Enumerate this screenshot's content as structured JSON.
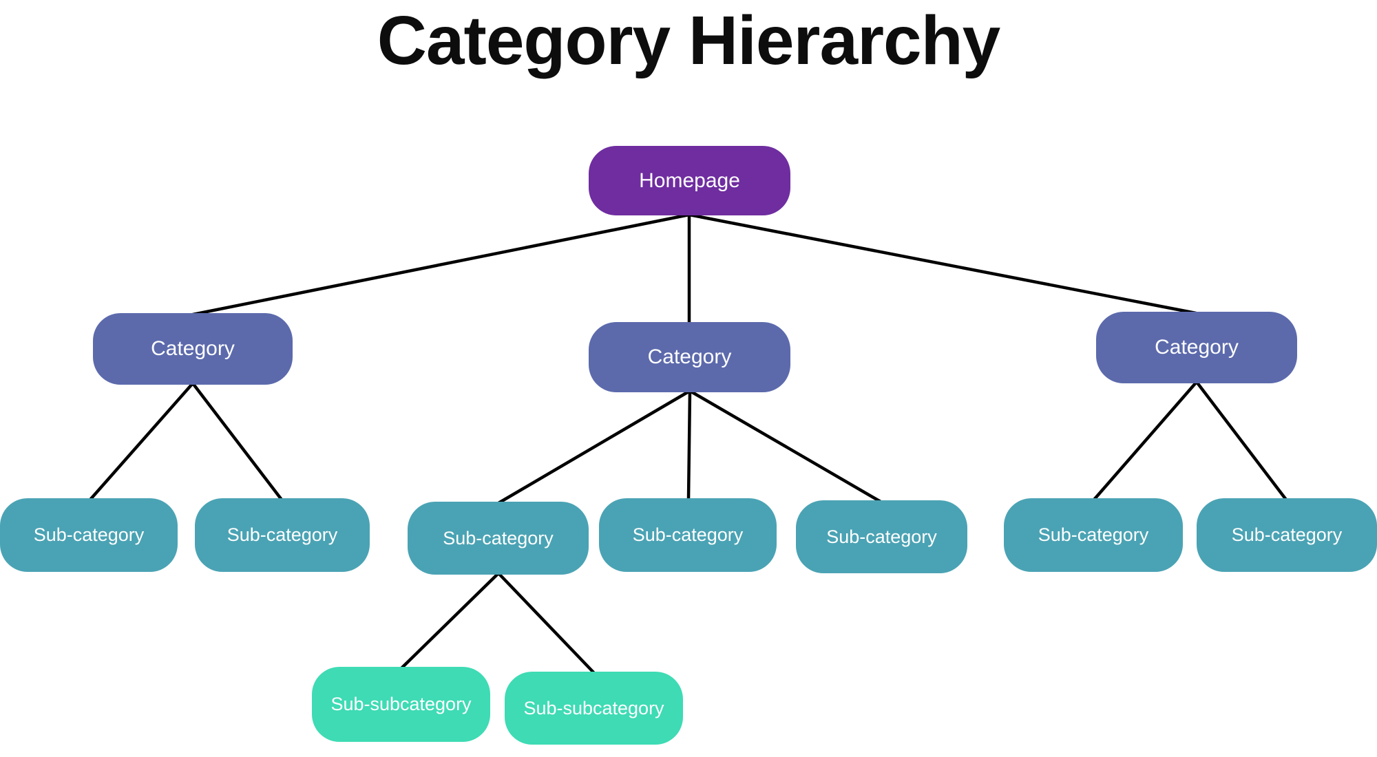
{
  "title": "Category Hierarchy",
  "colors": {
    "background": "#FFFFFF",
    "title-text": "#0D0D0D",
    "node-text": "#FFFFFF",
    "line": "#000000",
    "homepage-fill": "#6F2DA0",
    "category-fill": "#5C6AAC",
    "subcategory-fill": "#4AA3B4",
    "subsubcategory-fill": "#3EDBB4"
  },
  "nodes": {
    "homepage": {
      "label": "Homepage"
    },
    "categories": [
      {
        "label": "Category"
      },
      {
        "label": "Category"
      },
      {
        "label": "Category"
      }
    ],
    "subcategories": [
      {
        "label": "Sub-category"
      },
      {
        "label": "Sub-category"
      },
      {
        "label": "Sub-category"
      },
      {
        "label": "Sub-category"
      },
      {
        "label": "Sub-category"
      },
      {
        "label": "Sub-category"
      },
      {
        "label": "Sub-category"
      }
    ],
    "subsubcategories": [
      {
        "label": "Sub-subcategory"
      },
      {
        "label": "Sub-subcategory"
      }
    ]
  },
  "edges": [
    {
      "from": "homepage",
      "to": "category-1"
    },
    {
      "from": "homepage",
      "to": "category-2"
    },
    {
      "from": "homepage",
      "to": "category-3"
    },
    {
      "from": "category-1",
      "to": "subcategory-1"
    },
    {
      "from": "category-1",
      "to": "subcategory-2"
    },
    {
      "from": "category-2",
      "to": "subcategory-3"
    },
    {
      "from": "category-2",
      "to": "subcategory-4"
    },
    {
      "from": "category-2",
      "to": "subcategory-5"
    },
    {
      "from": "category-3",
      "to": "subcategory-6"
    },
    {
      "from": "category-3",
      "to": "subcategory-7"
    },
    {
      "from": "subcategory-3",
      "to": "subsubcategory-1"
    },
    {
      "from": "subcategory-3",
      "to": "subsubcategory-2"
    }
  ]
}
